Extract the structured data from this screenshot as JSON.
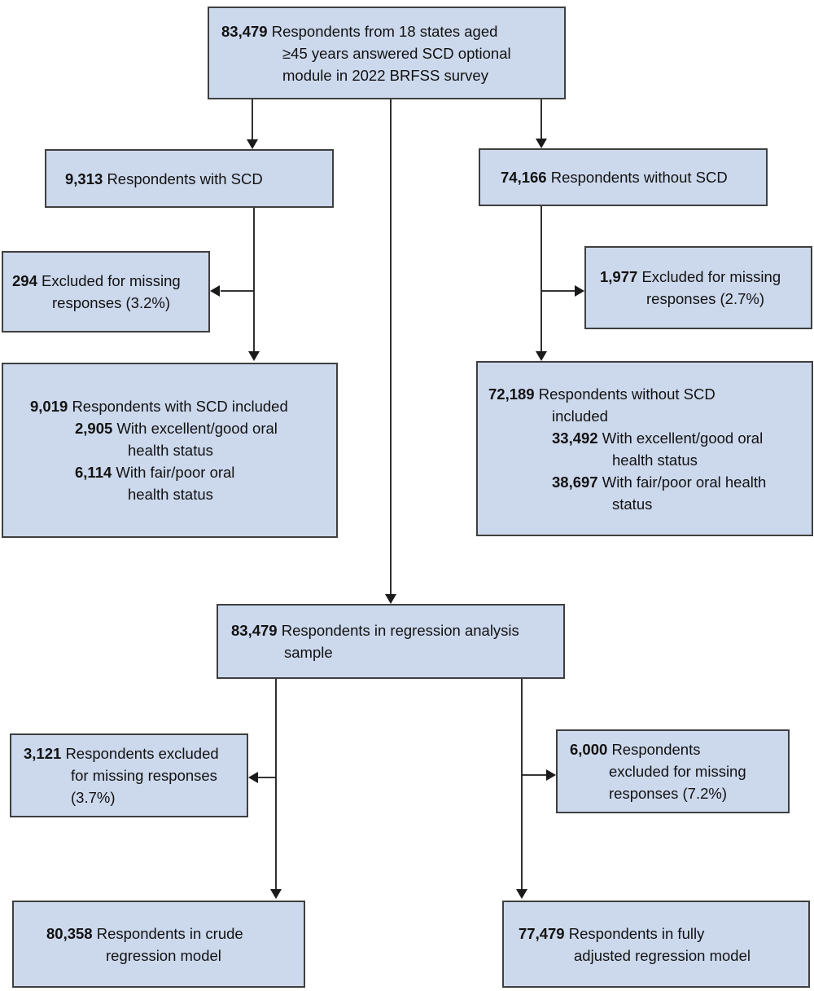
{
  "colors": {
    "box_fill": "#ccd8ec",
    "box_border": "#3f3f3f",
    "arrow": "#1a1a1a",
    "background": "#ffffff"
  },
  "flowchart": {
    "description": "Respondent flow diagram, SCD optional module, 2022 BRFSS survey",
    "nodes": [
      {
        "id": "node-total",
        "lines": [
          {
            "bold": "83,479",
            "text": "Respondents from 18 states aged",
            "indent": 0
          },
          {
            "text": "≥45 years answered SCD optional",
            "indent": 1
          },
          {
            "text": "module in 2022 BRFSS survey",
            "indent": 1
          }
        ]
      },
      {
        "id": "node-scd",
        "lines": [
          {
            "bold": "9,313",
            "text": "Respondents with SCD",
            "indent": 0
          }
        ]
      },
      {
        "id": "node-noscd",
        "lines": [
          {
            "bold": "74,166",
            "text": "Respondents without SCD",
            "indent": 0
          }
        ]
      },
      {
        "id": "node-excl-scd",
        "lines": [
          {
            "bold": "294",
            "text": "Excluded for missing",
            "indent": 0
          },
          {
            "text": "responses (3.2%)",
            "indent": 1
          }
        ]
      },
      {
        "id": "node-excl-noscd",
        "lines": [
          {
            "bold": "1,977",
            "text": "Excluded for missing",
            "indent": 0
          },
          {
            "text": "responses (2.7%)",
            "indent": 1
          }
        ]
      },
      {
        "id": "node-scd-included",
        "lines": [
          {
            "bold": "9,019",
            "text": "Respondents with SCD included",
            "indent": 0
          },
          {
            "bold": "2,905",
            "text": "With excellent/good oral",
            "indent": 1
          },
          {
            "text": "health status",
            "indent": 2
          },
          {
            "bold": "6,114",
            "text": "With fair/poor oral",
            "indent": 1
          },
          {
            "text": "health status",
            "indent": 2
          }
        ]
      },
      {
        "id": "node-noscd-included",
        "lines": [
          {
            "bold": "72,189",
            "text": "Respondents without SCD",
            "indent": 0
          },
          {
            "text": "included",
            "indent": 1
          },
          {
            "bold": "33,492",
            "text": "With excellent/good oral",
            "indent": 1
          },
          {
            "text": "health status",
            "indent": 2
          },
          {
            "bold": "38,697",
            "text": "With fair/poor oral health",
            "indent": 1
          },
          {
            "text": "status",
            "indent": 2
          }
        ]
      },
      {
        "id": "node-regression-sample",
        "lines": [
          {
            "bold": "83,479",
            "text": "Respondents in regression analysis",
            "indent": 0
          },
          {
            "text": "sample",
            "indent": 1
          }
        ]
      },
      {
        "id": "node-excl-crude",
        "lines": [
          {
            "bold": "3,121",
            "text": "Respondents excluded",
            "indent": 0
          },
          {
            "text": "for missing responses",
            "indent": 1
          },
          {
            "text": "(3.7%)",
            "indent": 1
          }
        ]
      },
      {
        "id": "node-excl-adjusted",
        "lines": [
          {
            "bold": "6,000",
            "text": "Respondents",
            "indent": 0
          },
          {
            "text": "excluded for missing",
            "indent": 1
          },
          {
            "text": "responses (7.2%)",
            "indent": 1
          }
        ]
      },
      {
        "id": "node-crude-model",
        "lines": [
          {
            "bold": "80,358",
            "text": "Respondents in crude",
            "indent": 0
          },
          {
            "text": "regression model",
            "indent": 1
          }
        ]
      },
      {
        "id": "node-adjusted-model",
        "lines": [
          {
            "bold": "77,479",
            "text": "Respondents in fully",
            "indent": 0
          },
          {
            "text": "adjusted regression model",
            "indent": 1
          }
        ]
      }
    ],
    "edges": [
      {
        "from": "node-total",
        "to": "node-scd"
      },
      {
        "from": "node-total",
        "to": "node-noscd"
      },
      {
        "from": "node-total",
        "to": "node-regression-sample"
      },
      {
        "from": "node-scd",
        "to": "node-excl-scd"
      },
      {
        "from": "node-scd",
        "to": "node-scd-included"
      },
      {
        "from": "node-noscd",
        "to": "node-excl-noscd"
      },
      {
        "from": "node-noscd",
        "to": "node-noscd-included"
      },
      {
        "from": "node-regression-sample",
        "to": "node-excl-crude"
      },
      {
        "from": "node-regression-sample",
        "to": "node-crude-model"
      },
      {
        "from": "node-regression-sample",
        "to": "node-excl-adjusted"
      },
      {
        "from": "node-regression-sample",
        "to": "node-adjusted-model"
      }
    ]
  }
}
